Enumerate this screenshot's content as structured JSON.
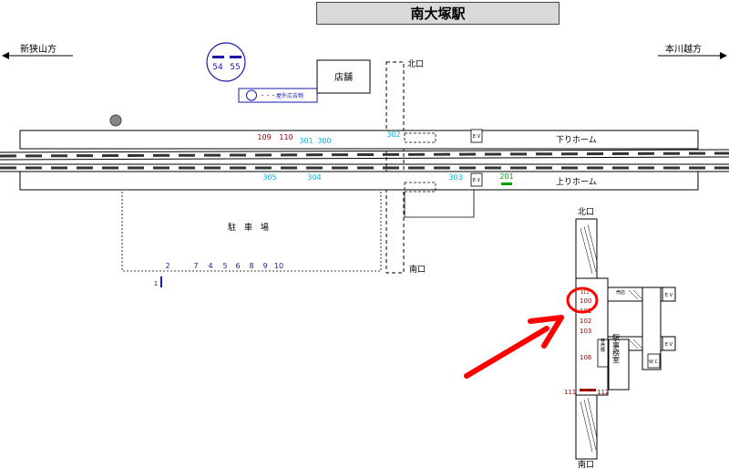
{
  "title": "南大塚駅",
  "directions": {
    "left": "新狭山方",
    "right": "本川越方"
  },
  "legend": {
    "sample_numbers": [
      "54",
      "55"
    ],
    "label": "・・・屋外広告物"
  },
  "labels": {
    "shop": "店舗",
    "north_exit": "北口",
    "south_exit": "南口",
    "down_platform": "下りホーム",
    "up_platform": "上りホーム",
    "parking": "駐　車　場",
    "ev": "E V",
    "kiosk": "売店",
    "office": "駅事務室",
    "office_small": "券売機",
    "wc": "W C"
  },
  "colors": {
    "red": "#a00000",
    "cyan": "#00b4e6",
    "blue": "#1a1aa8",
    "green": "#00a000",
    "arrow": "#ff0000"
  },
  "ads": {
    "down_platform": [
      "109",
      "110",
      "301",
      "300",
      "302"
    ],
    "up_platform": [
      "305",
      "304",
      "303",
      "201"
    ],
    "parking": [
      "2",
      "7",
      "4",
      "5",
      "6",
      "8",
      "9",
      "10"
    ],
    "parking_post": "1",
    "concourse": [
      "111",
      "100",
      "101",
      "102",
      "103",
      "106",
      "111",
      "112"
    ]
  }
}
